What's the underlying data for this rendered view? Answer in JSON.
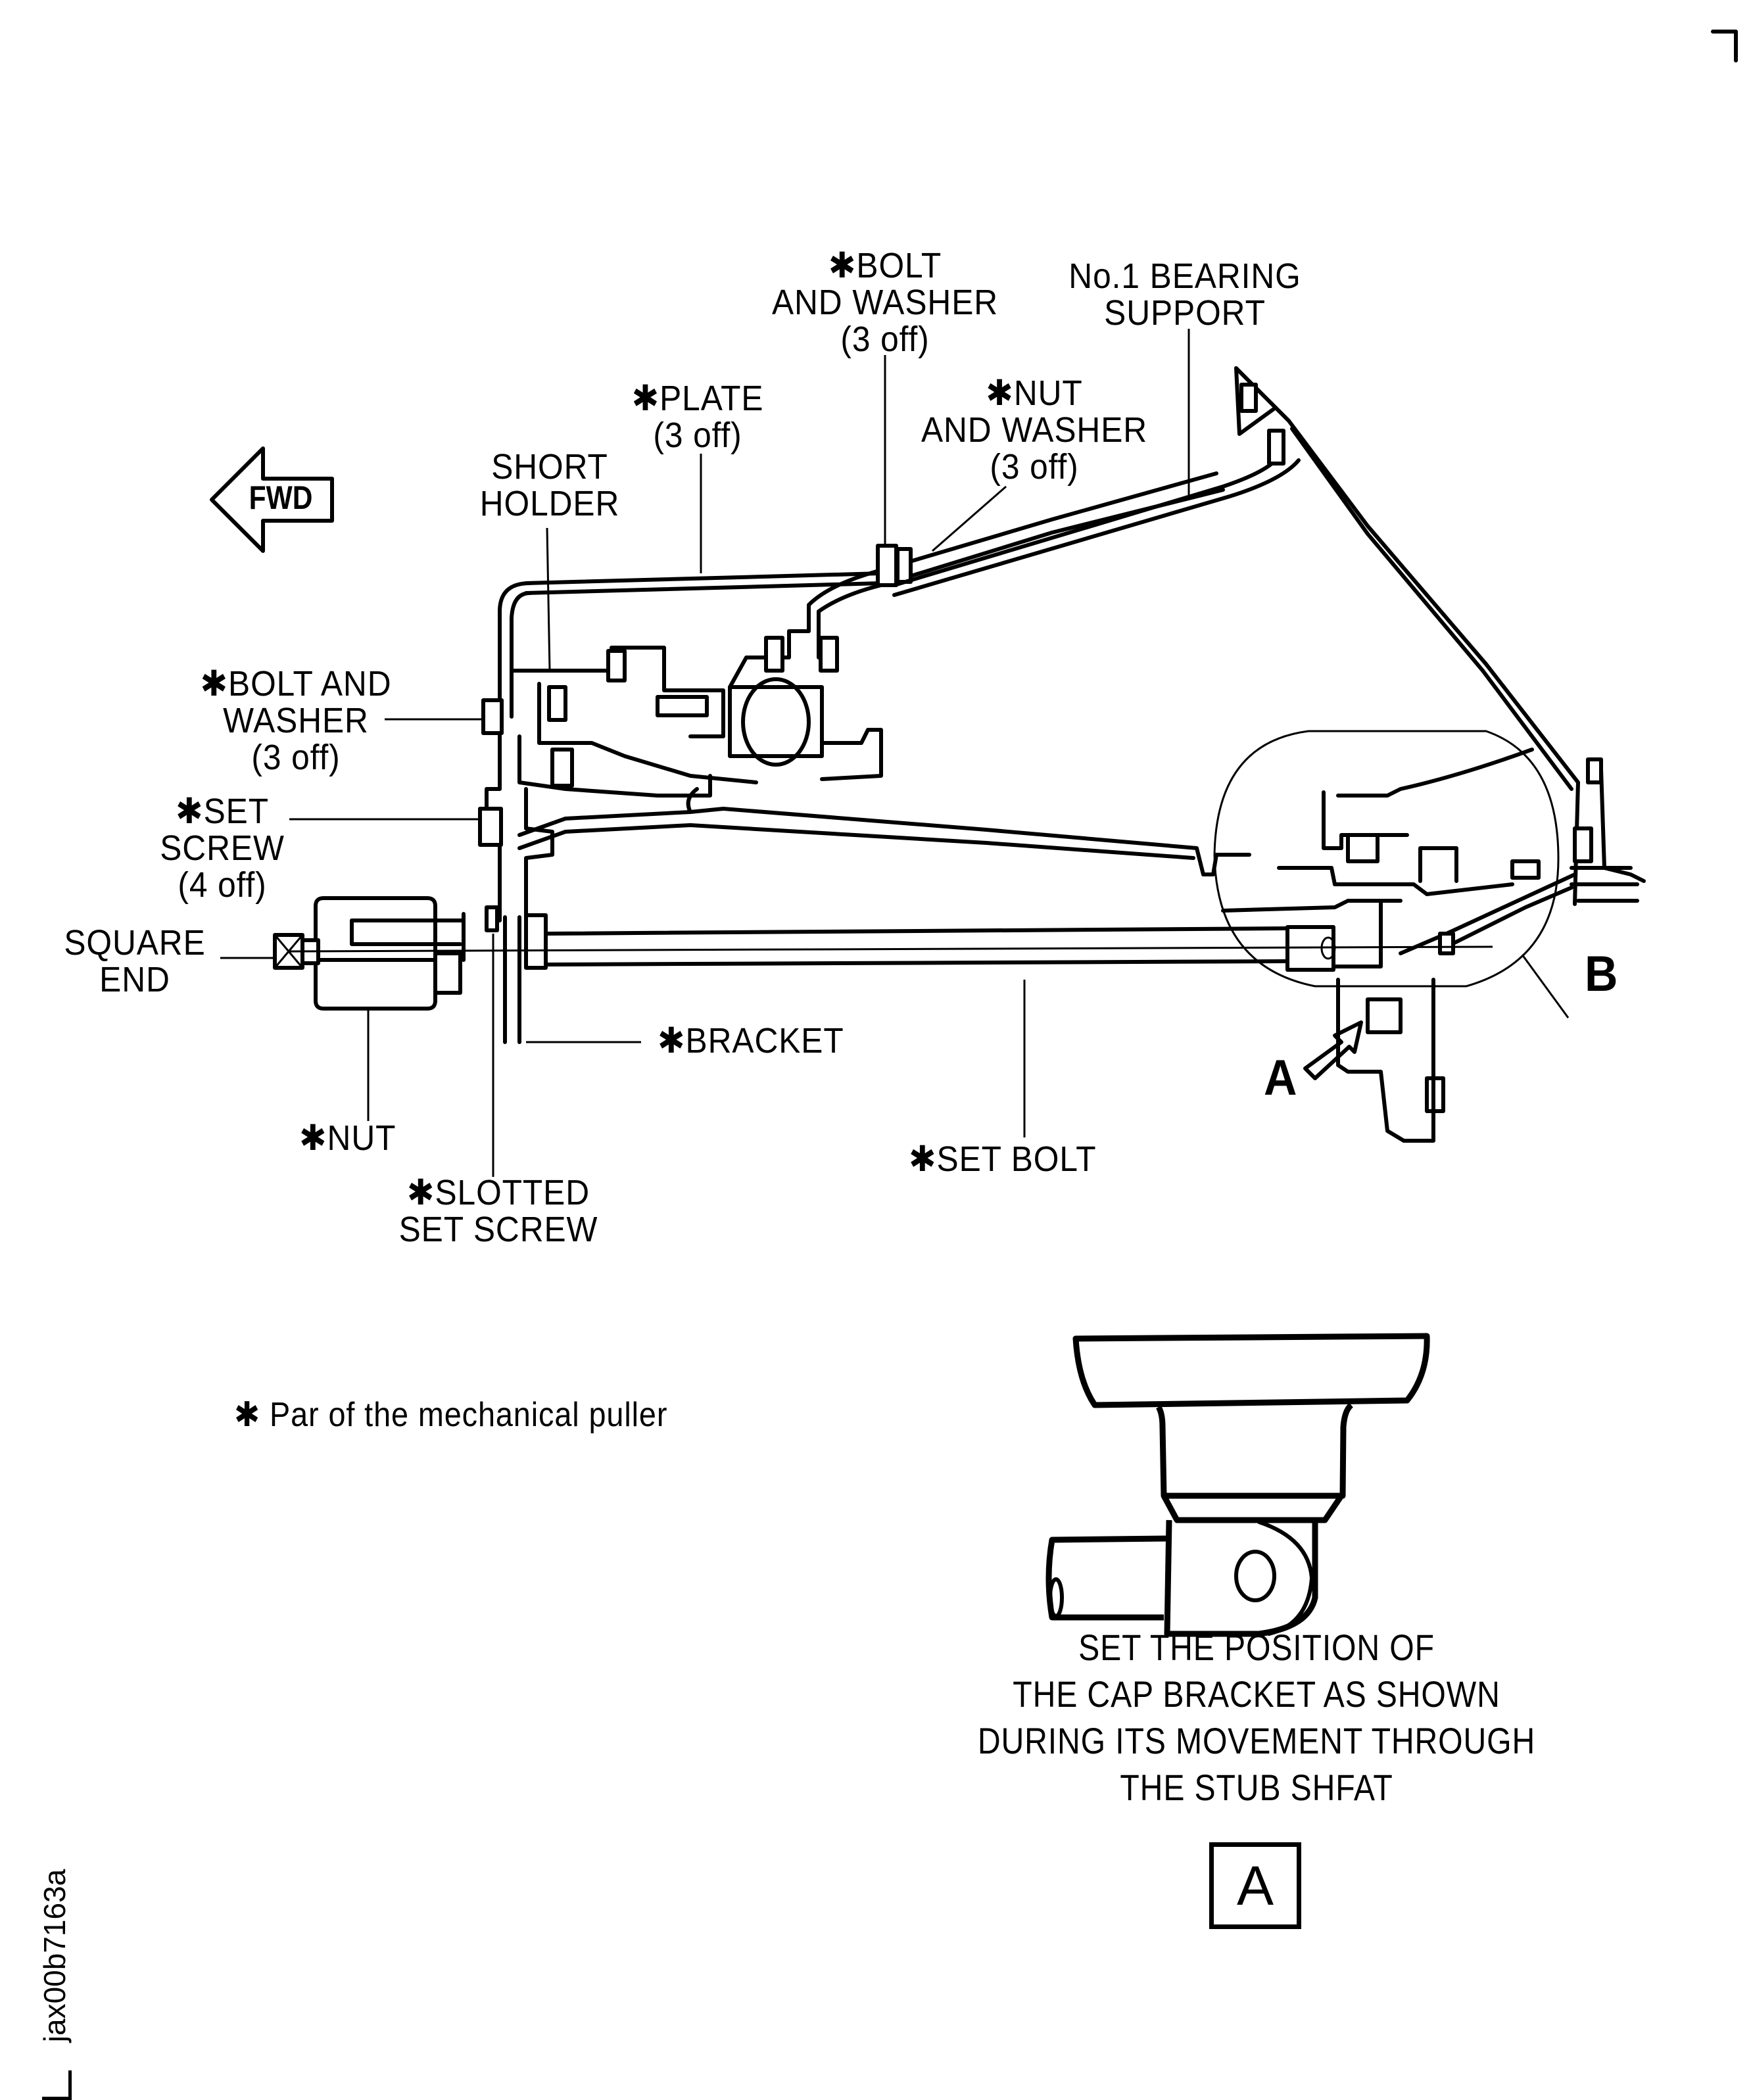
{
  "figure": {
    "id": "jax00b7163a",
    "footnote": "✱ Par of the mechanical puller",
    "direction_arrow": "FWD"
  },
  "labels": {
    "bolt_and_washer_top": [
      "✱BOLT",
      "AND WASHER",
      "(3 off)"
    ],
    "no1_bearing_support": [
      "No.1 BEARING",
      "SUPPORT"
    ],
    "plate": [
      "✱PLATE",
      "(3 off)"
    ],
    "nut_and_washer": [
      "✱NUT",
      "AND WASHER",
      "(3 off)"
    ],
    "short_holder": [
      "SHORT",
      "HOLDER"
    ],
    "bolt_and_washer_left": [
      "✱BOLT AND",
      "WASHER",
      "(3 off)"
    ],
    "set_screw": [
      "✱SET",
      "SCREW",
      "(4 off)"
    ],
    "square_end": [
      "SQUARE",
      "END"
    ],
    "bracket": "✱BRACKET",
    "nut": "✱NUT",
    "slotted_set_screw": [
      "✱SLOTTED",
      "SET SCREW"
    ],
    "set_bolt": "✱SET BOLT",
    "view_a_marker": "A",
    "detail_b_marker": "B"
  },
  "detail_a": {
    "caption": [
      "SET THE POSITION OF",
      "THE CAP BRACKET AS SHOWN",
      "DURING ITS MOVEMENT THROUGH",
      "THE STUB SHFAT"
    ],
    "view_label": "A"
  }
}
